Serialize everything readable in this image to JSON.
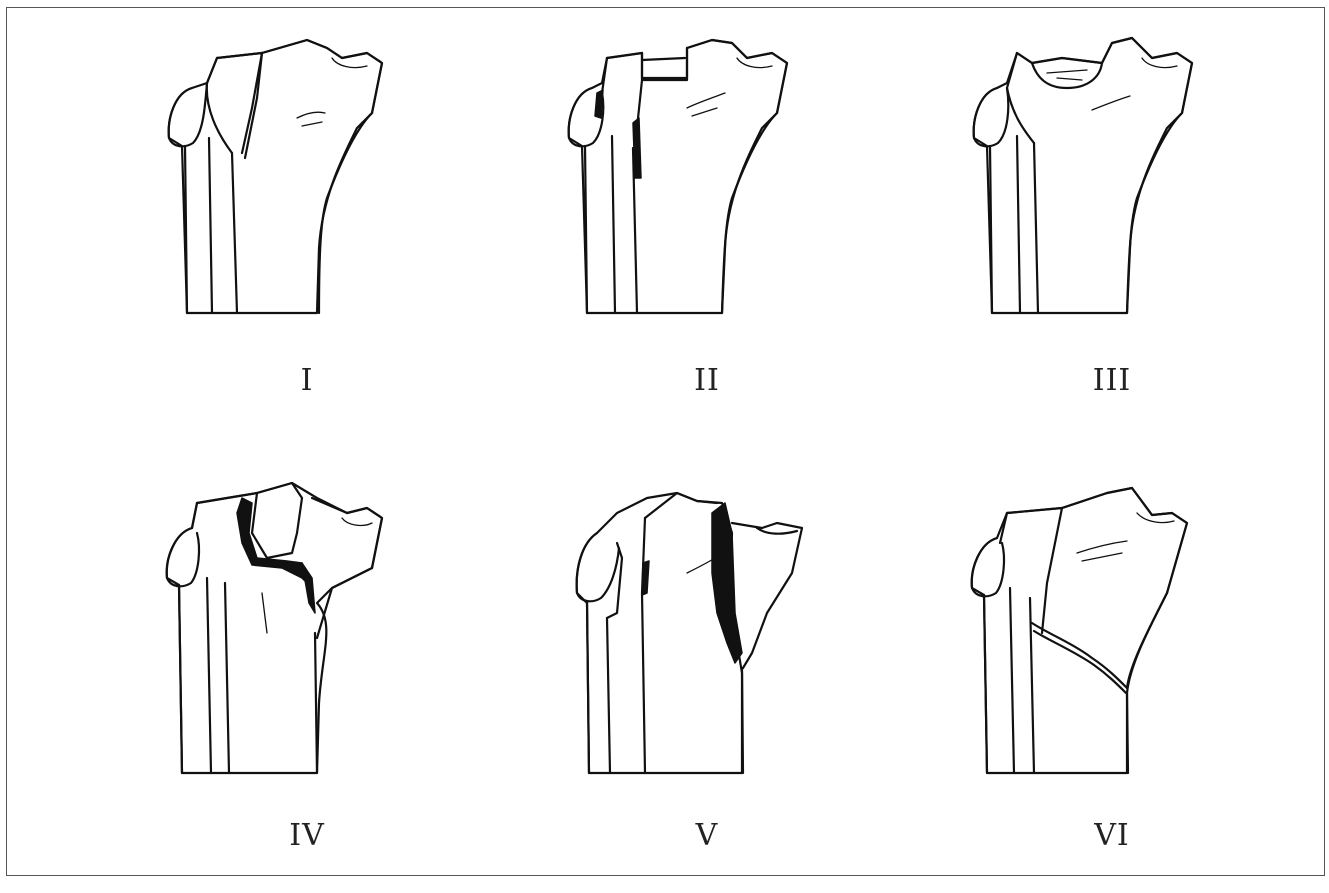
{
  "figure": {
    "panels": [
      {
        "label": "I",
        "variant": "split"
      },
      {
        "label": "II",
        "variant": "split-depression"
      },
      {
        "label": "III",
        "variant": "depression"
      },
      {
        "label": "IV",
        "variant": "medial-condyle"
      },
      {
        "label": "V",
        "variant": "bicondylar"
      },
      {
        "label": "VI",
        "variant": "metaphyseal-dissociation"
      }
    ]
  }
}
